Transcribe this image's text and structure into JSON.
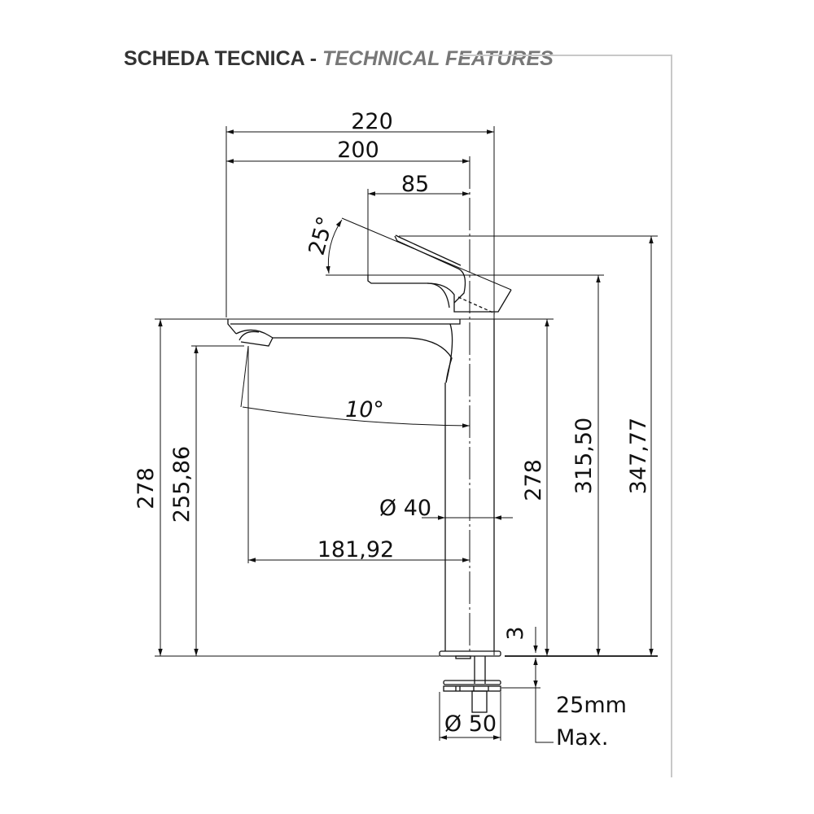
{
  "header": {
    "title_it": "SCHEDA TECNICA",
    "separator": "-",
    "title_en": "TECHNICAL FEATURES"
  },
  "colors": {
    "line": "#111111",
    "frame": "#c8c8c8",
    "title_dark": "#333333",
    "title_gray": "#777777"
  },
  "dimensions": {
    "overall_width": "220",
    "spout_to_axis": "200",
    "lever_length": "85",
    "lever_angle": "25°",
    "spout_angle": "10°",
    "spout_reach": "181,92",
    "body_diameter": "Ø 40",
    "height_left": "278",
    "spout_outlet_height": "255,86",
    "height_right": "278",
    "lever_rest_height": "315,50",
    "overall_height": "347,77",
    "base_thickness": "3",
    "max_counter_thickness": "25mm",
    "max_label": "Max.",
    "base_diameter": "Ø 50"
  }
}
